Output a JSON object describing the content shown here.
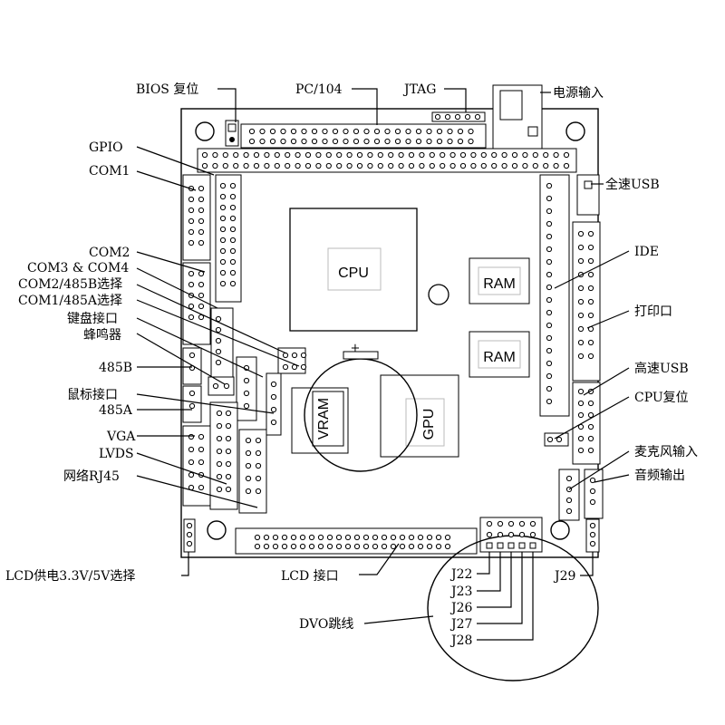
{
  "diagram": {
    "components": {
      "cpu": "CPU",
      "ram1": "RAM",
      "ram2": "RAM",
      "vram": "VRAM",
      "gpu": "GPU",
      "battery_plus": "+"
    },
    "labels": {
      "bios_reset": "BIOS 复位",
      "pc104": "PC/104",
      "jtag": "JTAG",
      "power_input": "电源输入",
      "gpio": "GPIO",
      "com1": "COM1",
      "full_speed_usb": "全速USB",
      "com2": "COM2",
      "com3_com4": "COM3 & COM4",
      "com2_485b": "COM2/485B选择",
      "com1_485a": "COM1/485A选择",
      "keyboard": "键盘接口",
      "buzzer": "蜂鸣器",
      "ide": "IDE",
      "printer": "打印口",
      "r485b": "485B",
      "high_speed_usb": "高速USB",
      "mouse": "鼠标接口",
      "cpu_reset": "CPU复位",
      "r485a": "485A",
      "vga": "VGA",
      "mic_input": "麦克风输入",
      "lvds": "LVDS",
      "audio_output": "音频输出",
      "rj45": "网络RJ45",
      "lcd_power": "LCD供电3.3V/5V选择",
      "lcd_interface": "LCD 接口",
      "j22": "J22",
      "j23": "J23",
      "j26": "J26",
      "j27": "J27",
      "j28": "J28",
      "j29": "J29",
      "dvo_jumper": "DVO跳线"
    }
  }
}
